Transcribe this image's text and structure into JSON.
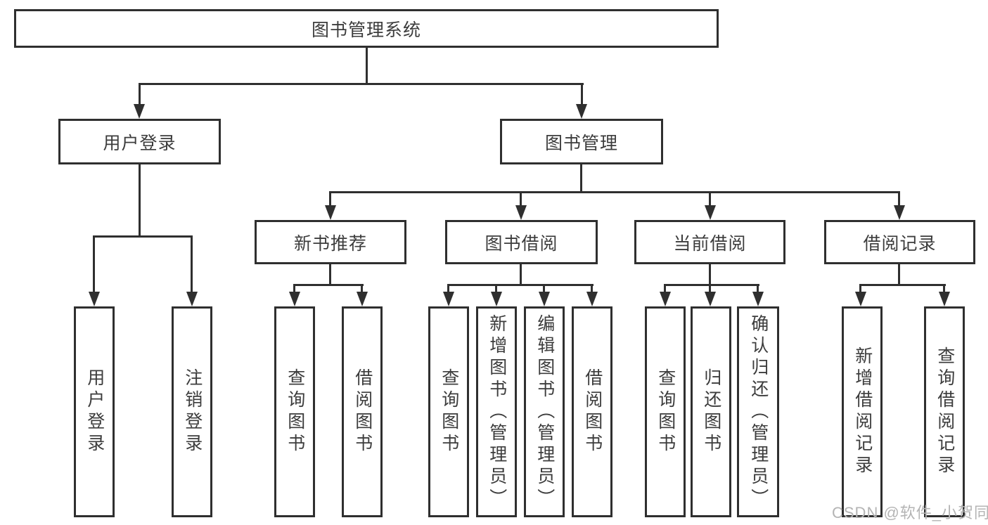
{
  "tree": {
    "root": "图书管理系统",
    "level2": [
      "用户登录",
      "图书管理"
    ],
    "level3": [
      "新书推荐",
      "图书借阅",
      "当前借阅",
      "借阅记录"
    ],
    "leaves_user_login": [
      "用户登录",
      "注销登录"
    ],
    "leaves_new_book": [
      "查询图书",
      "借阅图书"
    ],
    "leaves_book_borrow": [
      "查询图书",
      "新增图书（管理员）",
      "编辑图书（管理员）",
      "借阅图书"
    ],
    "leaves_current_borrow": [
      "查询图书",
      "归还图书",
      "确认归还（管理员）"
    ],
    "leaves_borrow_record": [
      "新增借阅记录",
      "查询借阅记录"
    ]
  },
  "watermark": "CSDN @软件_小贺同学",
  "colors": {
    "line": "#2f2f2f",
    "text": "#3c3c3c",
    "watermark": "#b4b4b4",
    "background": "#ffffff"
  }
}
